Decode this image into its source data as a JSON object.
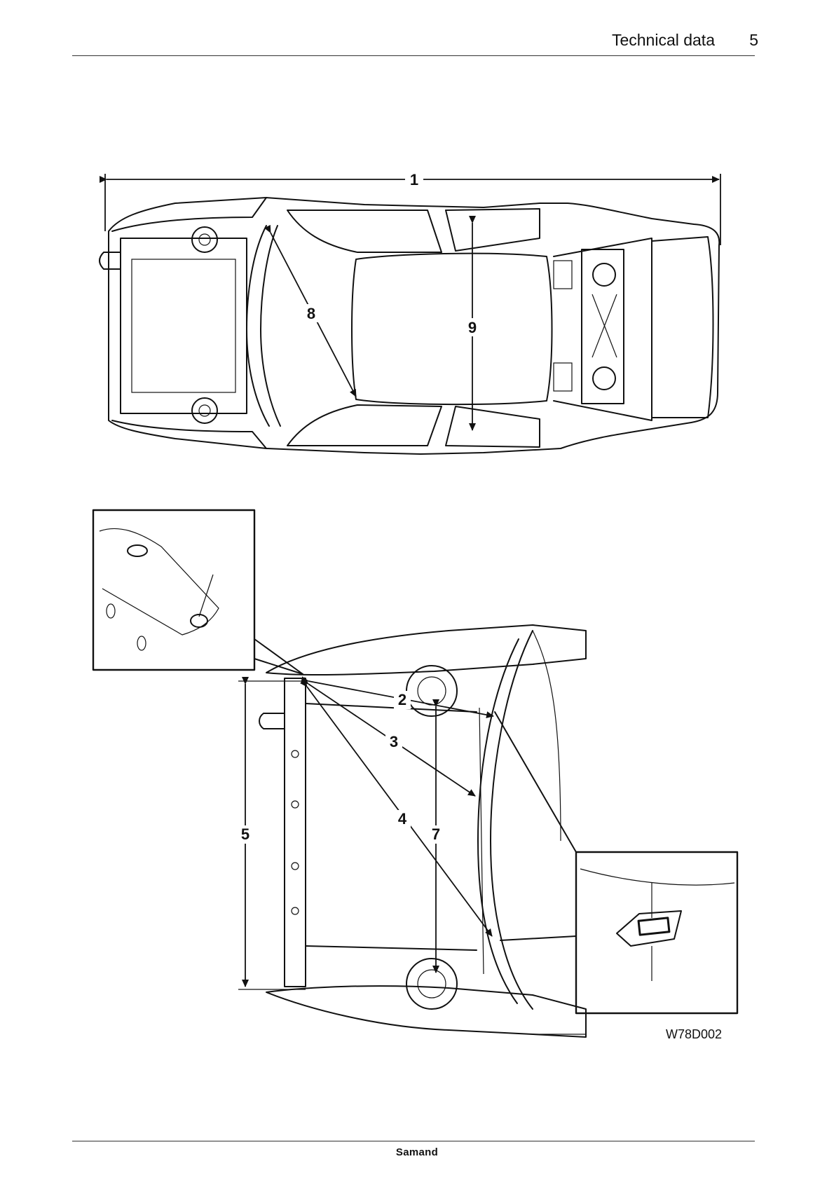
{
  "header": {
    "title": "Technical data",
    "page_number": "5"
  },
  "top_diagram": {
    "callouts": [
      "1",
      "8",
      "9"
    ]
  },
  "bottom_diagram": {
    "callouts": [
      "2",
      "3",
      "4",
      "5",
      "7"
    ],
    "figure_code": "W78D002"
  },
  "footer": {
    "brand": "Samand"
  }
}
